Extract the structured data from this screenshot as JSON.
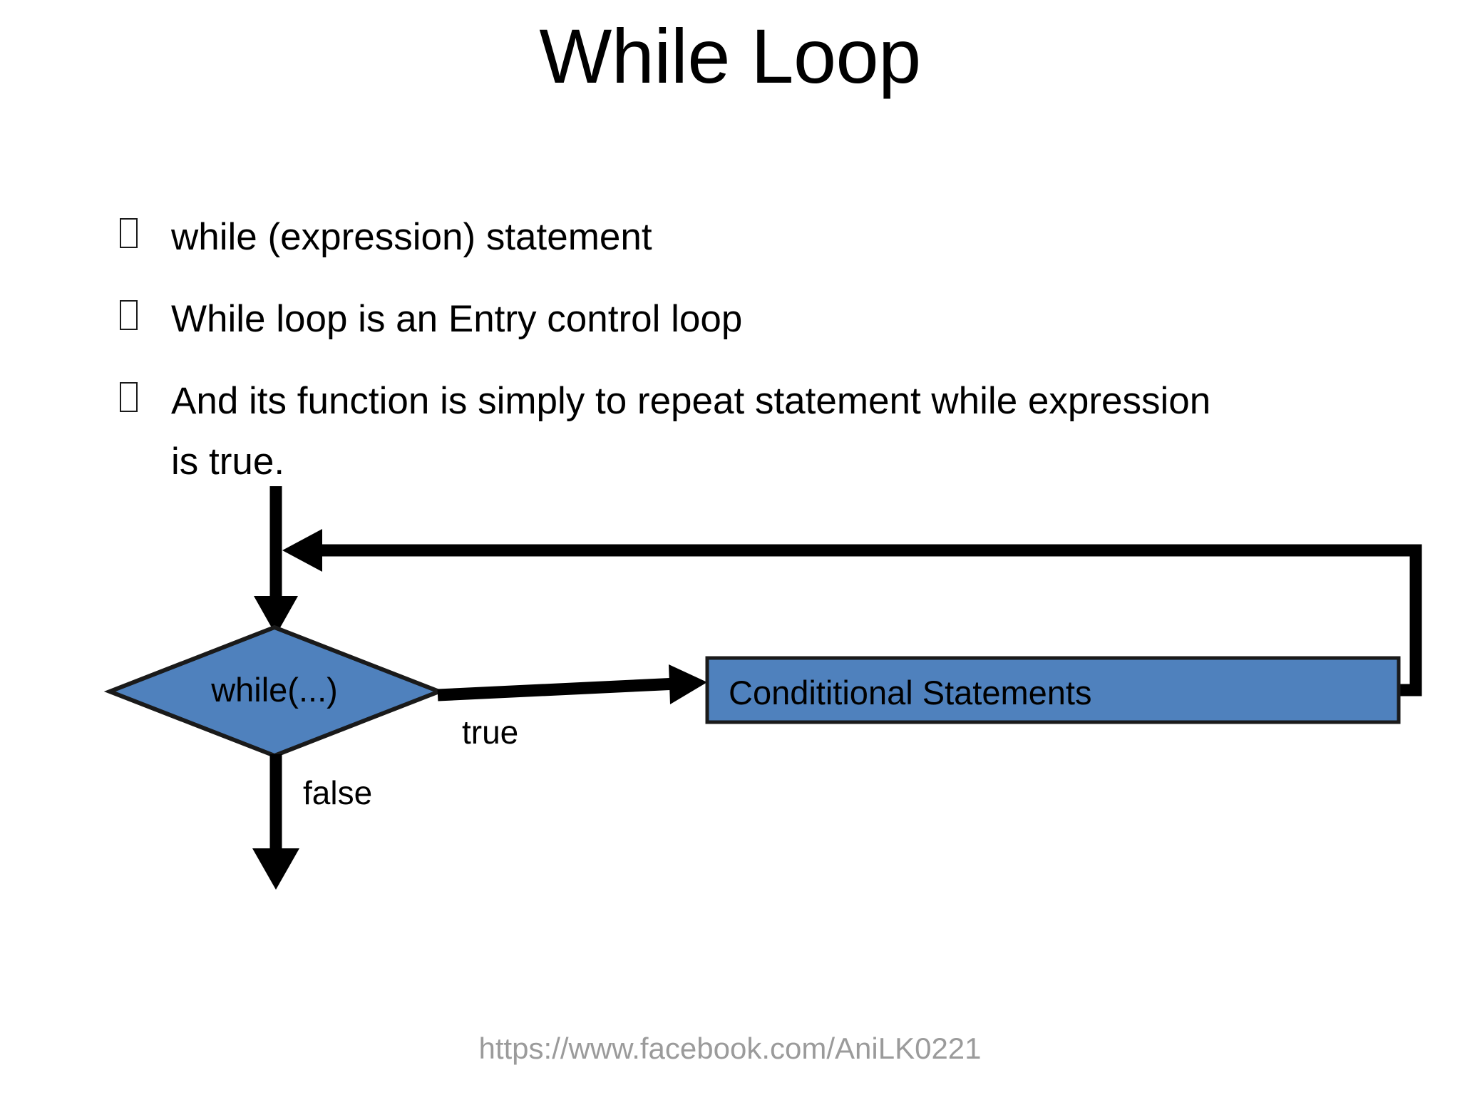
{
  "slide": {
    "title": "While Loop",
    "background_color": "#FFFFFF",
    "bullets": [
      {
        "glyph": "missing-glyph-box",
        "text": "while (expression) statement"
      },
      {
        "glyph": "missing-glyph-box",
        "text": "While loop is an Entry control loop"
      },
      {
        "glyph": "missing-glyph-box",
        "text": "And its function is simply to repeat statement while expression is true."
      }
    ],
    "footer": "https://www.facebook.com/AniLK0221",
    "footer_color": "#9B9B9B"
  },
  "flowchart": {
    "shape_fill": "#4F81BD",
    "shape_stroke": "#1A1A1A",
    "arrow_color": "#000000",
    "decision": {
      "label": "while(...)",
      "shape": "diamond"
    },
    "process": {
      "label": "Condititional Statements",
      "shape": "rectangle"
    },
    "edges": [
      {
        "name": "entry",
        "label": ""
      },
      {
        "name": "true-branch",
        "label": "true"
      },
      {
        "name": "false-branch",
        "label": "false"
      },
      {
        "name": "loop-back",
        "label": ""
      }
    ]
  }
}
